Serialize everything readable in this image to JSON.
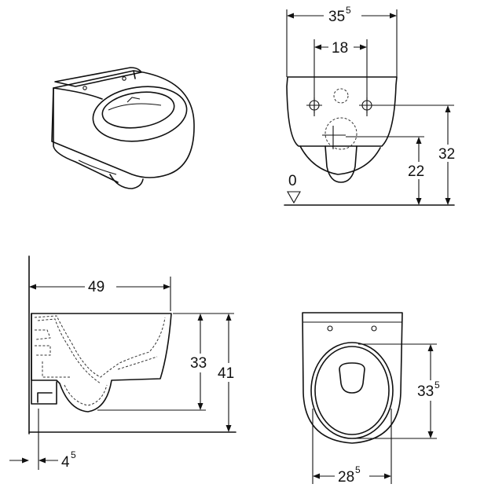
{
  "front": {
    "width_main": "35",
    "width_sup": "5",
    "bolt_spacing": "18",
    "height_bolts": "32",
    "height_outlet": "22",
    "floor_level": "0"
  },
  "side": {
    "depth": "49",
    "height_bowl": "33",
    "height_top": "41",
    "wall_offset_main": "4",
    "wall_offset_sup": "5"
  },
  "top": {
    "inner_length_main": "33",
    "inner_length_sup": "5",
    "inner_width_main": "28",
    "inner_width_sup": "5"
  }
}
